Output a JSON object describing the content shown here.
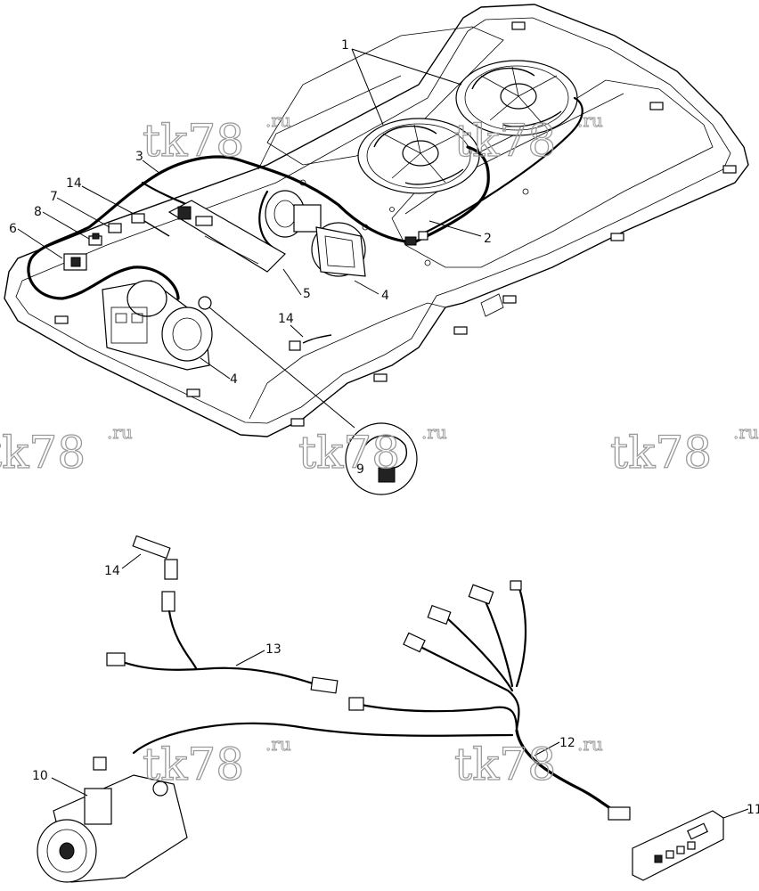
{
  "callouts": {
    "c1": "1",
    "c2": "2",
    "c3": "3",
    "c4a": "4",
    "c4b": "4",
    "c5": "5",
    "c6": "6",
    "c7": "7",
    "c8": "8",
    "c9": "9",
    "c10": "10",
    "c11": "11",
    "c12": "12",
    "c13": "13",
    "c14a": "14",
    "c14b": "14",
    "c14c": "14"
  },
  "watermark": {
    "text": "tk78",
    "suffix": ".ru"
  }
}
